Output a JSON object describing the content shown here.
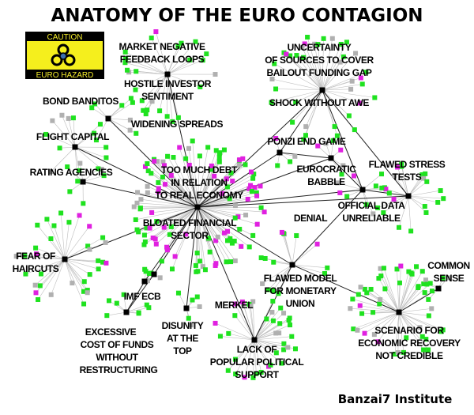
{
  "title": "ANATOMY OF THE EURO CONTAGION",
  "logo": {
    "top_text": "CAUTION",
    "bottom_text": "EURO HAZARD",
    "icon": "biohazard-euro-icon",
    "yellow": "#f5ef1d"
  },
  "credit": "Banzai7 Institute",
  "colors": {
    "green": "#1fe21f",
    "magenta": "#e020e0",
    "gray": "#b0b0b0",
    "edge": "#bdbdbd",
    "hub": "#000000"
  },
  "labels": {
    "market_negative": [
      "MARKET NEGATIVE",
      "FEEDBACK LOOPS"
    ],
    "hostile_investor": [
      "HOSTILE INVESTOR",
      "SENTIMENT"
    ],
    "bond_banditos": "BOND BANDITOS",
    "widening_spreads": "WIDENING SPREADS",
    "flight_capital": "FLIGHT  CAPITAL",
    "rating_agencies": "RATING AGENCIES",
    "too_much_debt": [
      "TOO MUCH DEBT",
      "IN RELATION",
      "TO REAL  ECONOMY"
    ],
    "bloated_financial": [
      "BLOATED FINANCIAL",
      "SECTOR"
    ],
    "uncertainty": [
      "UNCERTAINTY",
      "OF SOURCES TO COVER",
      "BAILOUT FUNDING GAP"
    ],
    "shock_without_awe": "SHOCK WITHOUT AWE",
    "ponzi_end_game": "PONZI END GAME",
    "eurocratic_babble": [
      "EUROCRATIC",
      "BABBLE"
    ],
    "flawed_stress_tests": [
      "FLAWED STRESS",
      "TESTS"
    ],
    "official_data": [
      "OFFICIAL DATA",
      "UNRELIABLE"
    ],
    "denial": "DENIAL",
    "fear_of_haircuts": [
      "FEAR OF",
      "HAIRCUTS"
    ],
    "imf_ecb": "IMF ECB",
    "excessive_cost": [
      "EXCESSIVE",
      "COST OF FUNDS",
      "WITHOUT",
      "RESTRUCTURING"
    ],
    "disunity": [
      "DISUNITY",
      "AT THE",
      "TOP"
    ],
    "merkel": "MERKEL",
    "lack_of_support": [
      "LACK OF",
      "POPULAR POLITICAL",
      "SUPPORT"
    ],
    "flawed_model": [
      "FLAWED MODEL",
      "FOR MONETARY",
      "UNION"
    ],
    "common_sense": [
      "COMMON",
      "SENSE"
    ],
    "scenario": [
      "SCENARIO FOR",
      "ECONOMIC RECOVERY",
      "NOT CREDIBLE"
    ]
  }
}
